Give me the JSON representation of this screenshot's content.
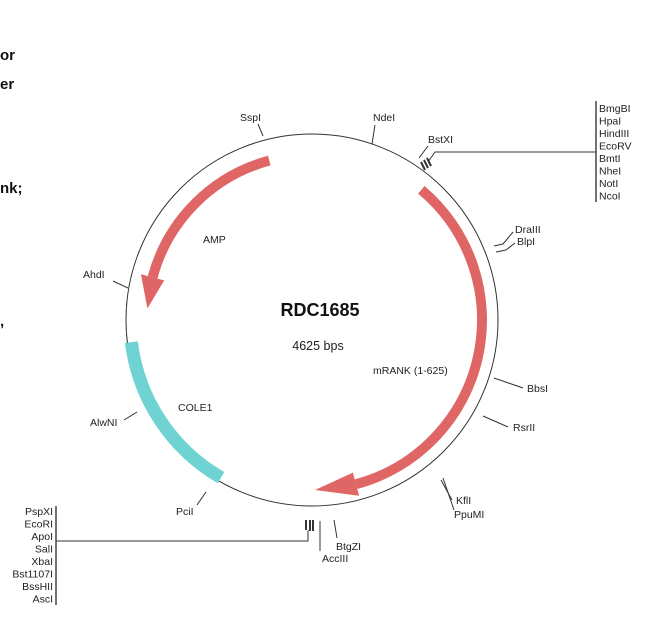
{
  "left_text_fragments": [
    "or",
    "er",
    "nk;",
    ","
  ],
  "plasmid": {
    "name": "RDC1685",
    "size_label": "4625 bps",
    "features": [
      {
        "name": "AMP",
        "color": "#e06666"
      },
      {
        "name": "mRANK (1-625)",
        "color": "#e06666"
      },
      {
        "name": "COLE1",
        "color": "#6fd3d3"
      }
    ],
    "sites": {
      "sspi": "SspI",
      "ndei": "NdeI",
      "bstxi": "BstXI",
      "draiii": "DraIII",
      "blpi": "BlpI",
      "ahdi": "AhdI",
      "bbsi": "BbsI",
      "rsrii": "RsrII",
      "alwni": "AlwNI",
      "kfli": "KflI",
      "ppumi": "PpuMI",
      "pcii": "PciI",
      "btgzi": "BtgZI",
      "acciii": "AccIII"
    },
    "mcs_right": [
      "BmgBI",
      "HpaI",
      "HindIII",
      "EcoRV",
      "BmtI",
      "NheI",
      "NotI",
      "NcoI"
    ],
    "mcs_left": [
      "PspXI",
      "EcoRI",
      "ApoI",
      "SalI",
      "XbaI",
      "Bst1107I",
      "BssHII",
      "AscI"
    ]
  }
}
